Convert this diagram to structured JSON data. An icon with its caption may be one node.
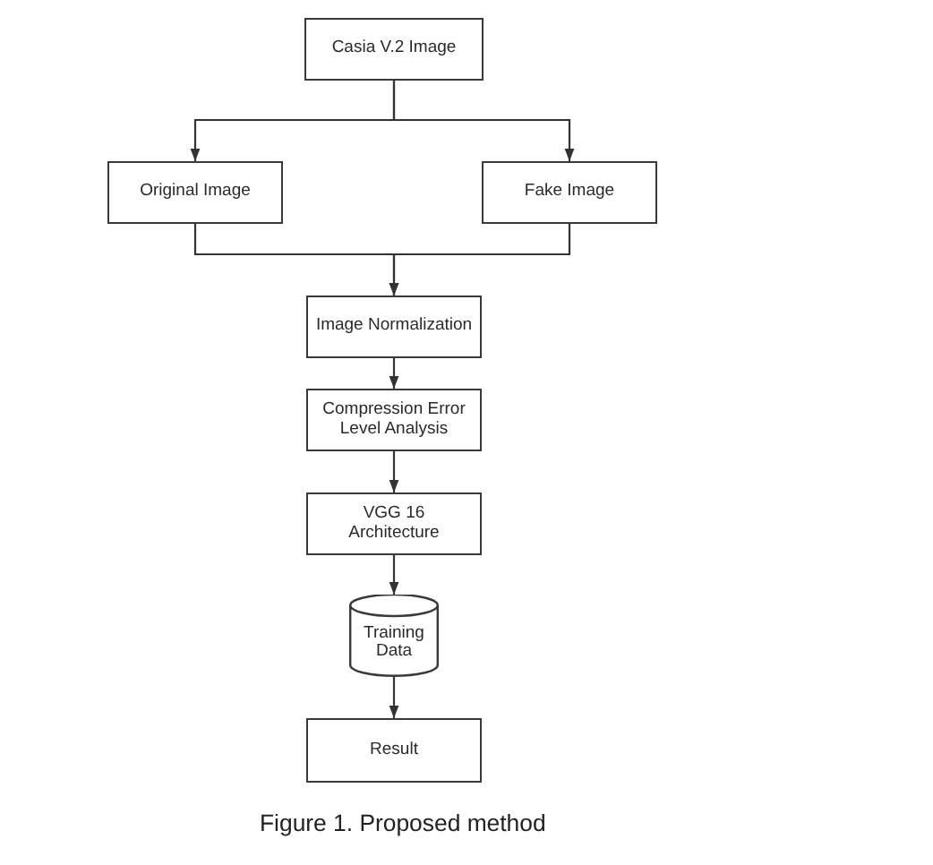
{
  "diagram": {
    "caption": "Figure 1. Proposed method",
    "nodes": [
      {
        "text": [
          "Casia V.2 Image"
        ]
      },
      {
        "text": [
          "Original Image"
        ]
      },
      {
        "text": [
          "Fake Image"
        ]
      },
      {
        "text": [
          "Image Normalization"
        ]
      },
      {
        "text": [
          "Compression Error Level Analysis"
        ]
      },
      {
        "text": [
          "VGG 16 Architecture"
        ]
      },
      {
        "text": [
          "Training Data"
        ]
      },
      {
        "text": [
          "Result"
        ]
      }
    ],
    "edges": [
      {
        "from": 0,
        "to": 1,
        "arrow": "to"
      },
      {
        "from": 0,
        "to": 2,
        "arrow": "to"
      },
      {
        "from": 1,
        "to": 3,
        "arrow": "to"
      },
      {
        "from": 2,
        "to": 3,
        "arrow": "to"
      },
      {
        "from": 3,
        "to": 4,
        "arrow": "to"
      },
      {
        "from": 4,
        "to": 5,
        "arrow": "to"
      },
      {
        "from": 5,
        "to": 6,
        "arrow": "to"
      },
      {
        "from": 6,
        "to": 7,
        "arrow": "to"
      }
    ]
  }
}
